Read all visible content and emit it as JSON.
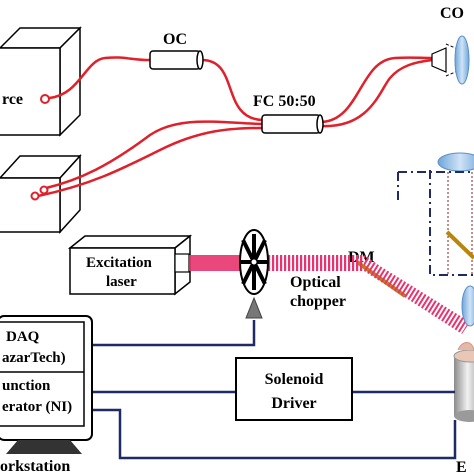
{
  "labels": {
    "oc": "OC",
    "co": "CO",
    "fc": "FC 50:50",
    "source_partial": "rce",
    "dm": "DM",
    "excitation_line1": "Excitation",
    "excitation_line2": "laser",
    "chopper_line1": "Optical",
    "chopper_line2": "chopper",
    "daq_line1": "DAQ",
    "daq_line2": "azarTech)",
    "func_line1": "unction",
    "func_line2": "erator (NI)",
    "solenoid_line1": "Solenoid",
    "solenoid_line2": "Driver",
    "workstation": "orkstation",
    "bottom_right_partial": "E"
  },
  "colors": {
    "fiber": "#e0202a",
    "laser_beam": "#e8336e",
    "cable": "#1f2a66",
    "lens": "#9dc3e6",
    "dichroic": "#b8860b",
    "optical_path": "#1f2a66"
  }
}
